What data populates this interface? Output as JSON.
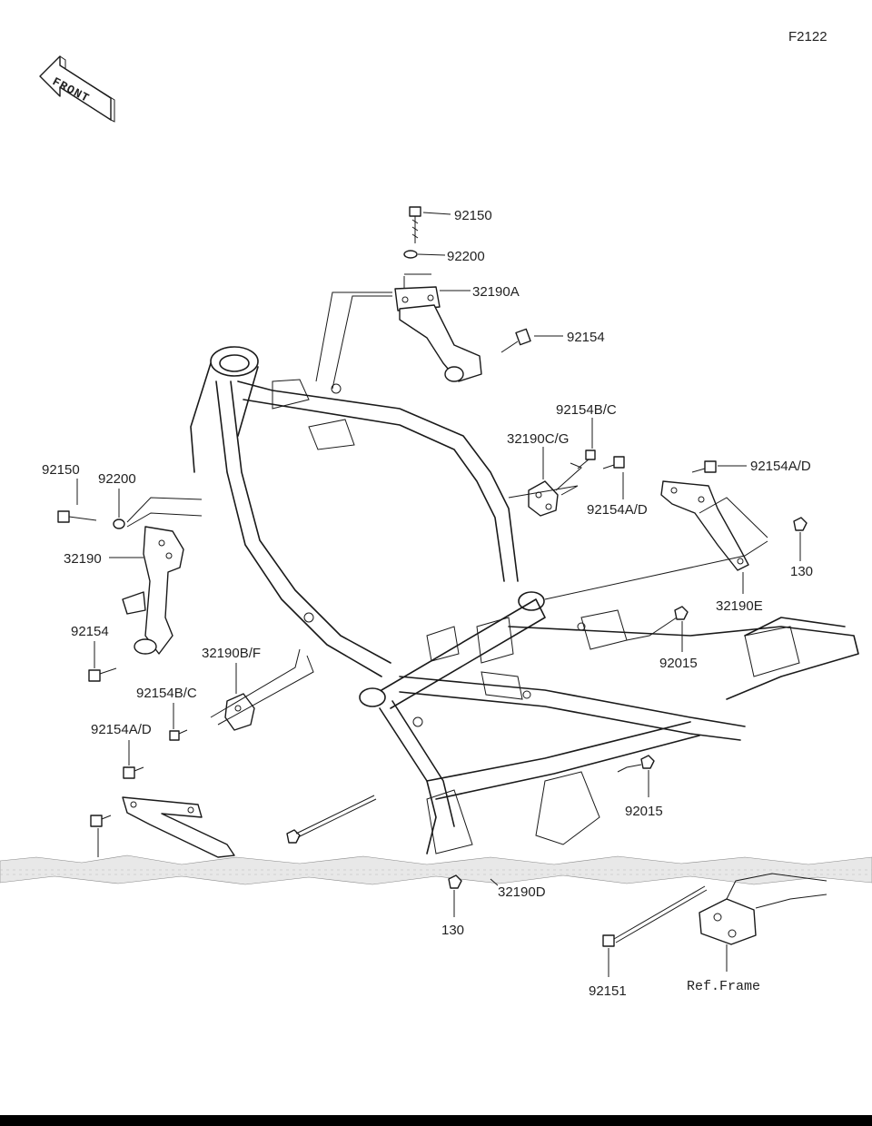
{
  "figure_id": "F2122",
  "front_arrow_text": "FRONT",
  "ref_label": "Ref.Frame",
  "labels": {
    "top_bolt": "92150",
    "top_washer": "92200",
    "top_bracket": "32190A",
    "top_side_bolt": "92154",
    "mid_bolt_bc": "92154B/C",
    "mid_bracket_cg": "32190C/G",
    "mid_bolt_ad": "92154A/D",
    "right_bolt_ad": "92154A/D",
    "right_nut_130": "130",
    "right_bracket_e": "32190E",
    "nut_92015_upper": "92015",
    "nut_92015_lower": "92015",
    "left_bolt": "92150",
    "left_washer": "92200",
    "left_bracket": "32190",
    "left_bolt_lower": "92154",
    "left_bracket_bf": "32190B/F",
    "left_bolt_bc": "92154B/C",
    "left_bolt_ad": "92154A/D",
    "bottom_bracket_d": "32190D",
    "bottom_nut_130": "130",
    "bottom_long_bolt": "92151"
  }
}
